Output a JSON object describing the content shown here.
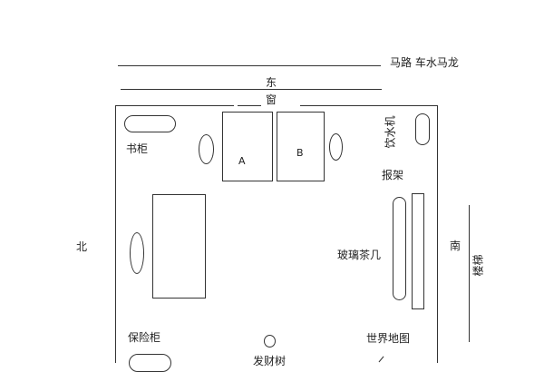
{
  "diagram": {
    "type": "floor-plan",
    "road_label": "马路 车水马龙",
    "directions": {
      "east": "东",
      "west_unused": null,
      "north": "北",
      "south": "南"
    },
    "window_label": "窗",
    "labels": {
      "bookcase": "书柜",
      "desk_a": "A",
      "desk_b": "B",
      "water_dispenser": "饮水机",
      "newspaper_rack": "报架",
      "glass_coffee_table": "玻璃茶几",
      "stairs": "楼梯",
      "safe": "保险柜",
      "money_tree": "发财树",
      "world_map": "世界地图"
    },
    "colors": {
      "line": "#333333",
      "background": "#ffffff"
    }
  }
}
